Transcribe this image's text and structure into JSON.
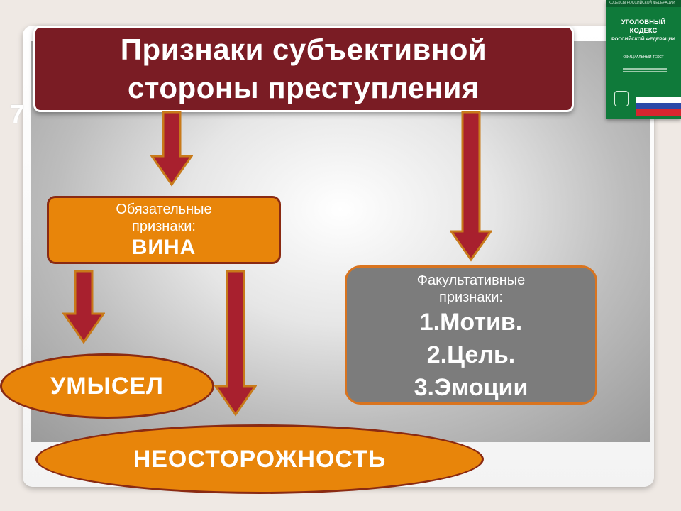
{
  "slide_number": "7",
  "title": "Признаки субъективной\nстороны преступления",
  "required": {
    "label": "Обязательные\nпризнаки:",
    "value": "ВИНА"
  },
  "optional": {
    "label": "Факультативные\nпризнаки:",
    "items": [
      "1.Мотив.",
      "2.Цель.",
      "3.Эмоции"
    ]
  },
  "intent": "УМЫСЕЛ",
  "negligence": "НЕОСТОРОЖНОСТЬ",
  "book": {
    "top_text": "КОДЕКСЫ РОССИЙСКОЙ ФЕДЕРАЦИИ",
    "title": "УГОЛОВНЫЙ\nКОДЕКС",
    "subtitle": "РОССИЙСКОЙ ФЕДЕРАЦИИ",
    "edition": "ОФИЦИАЛЬНЫЙ ТЕКСТ"
  },
  "colors": {
    "title_bg": "#7a1c24",
    "arrow_fill": "#a8202e",
    "arrow_stroke": "#c87a1a",
    "orange": "#e8850a",
    "gray_box": "#7c7c7c",
    "book_green": "#0f7a3a"
  }
}
